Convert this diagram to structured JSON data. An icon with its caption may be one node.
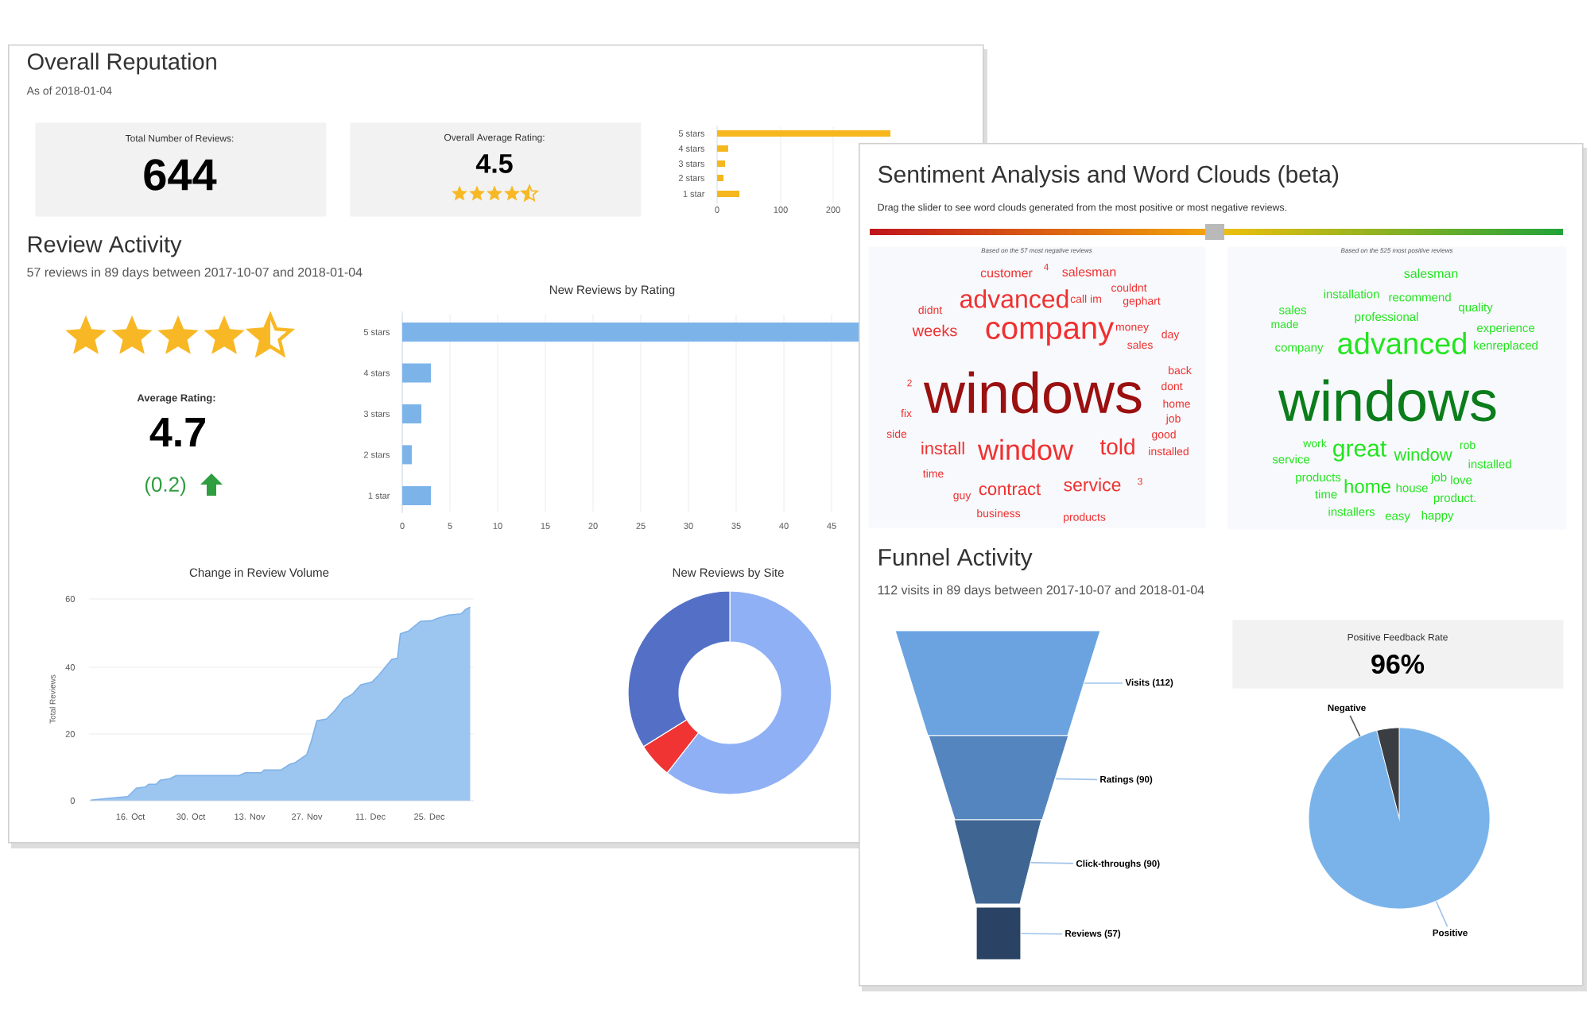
{
  "diagram": {
    "nodes": [
      {
        "text": [
          "Overall Reputation",
          "As of 2018-01-04",
          "Review Activity",
          "57 reviews in 89 days between 2017-10-07 and 2018-01-04"
        ]
      },
      {
        "text": [
          "Total Number of Reviews:",
          "644"
        ],
        "in": 0
      },
      {
        "text": [
          "Overall Average Rating:",
          "4.5"
        ],
        "in": 0
      },
      {
        "text": [
          "Sentiment Analysis and Word Clouds (beta)",
          "Drag the slider to see word clouds generated from the most positive or most negative reviews.",
          "Funnel Activity",
          "112 visits in 89 days between 2017-10-07 and 2018-01-04"
        ]
      },
      {
        "text": [
          "Based on the 57 most negative reviews",
          "customer",
          "4",
          "salesman",
          "couldnt",
          "advanced",
          "call im",
          "gephart",
          "didnt",
          "weeks",
          "company",
          "money",
          "day",
          "sales",
          "back",
          "2",
          "windows",
          "dont",
          "fix",
          "home",
          "job",
          "side",
          "good",
          "install",
          "window",
          "told",
          "installed",
          "time",
          "contract",
          "service",
          "3",
          "guy",
          "business",
          "products"
        ],
        "in": 3
      },
      {
        "text": [
          "Based on the 525 most positive reviews",
          "salesman",
          "installation",
          "recommend",
          "sales",
          "quality",
          "professional",
          "made",
          "experience",
          "company",
          "advanced",
          "kenreplaced",
          "windows",
          "work",
          "rob",
          "service",
          "great",
          "window",
          "installed",
          "products",
          "job",
          "love",
          "time",
          "home",
          "house",
          "product.",
          "installers",
          "easy",
          "happy"
        ],
        "in": 3
      },
      {
        "text": [
          "Positive Feedback Rate",
          "96%"
        ],
        "in": 3
      },
      {
        "text": [],
        "shape": "bar",
        "in": 3
      },
      {
        "text": [],
        "shape": "bar",
        "in": 3
      },
      {
        "text": [],
        "shape": "bar",
        "in": 3
      },
      {
        "text": [],
        "shape": "bar",
        "in": 3
      },
      {
        "text": [
          "Visits (112)"
        ],
        "in": 3
      },
      {
        "text": [
          "Ratings (90)"
        ],
        "in": 3
      },
      {
        "text": [
          "Click-throughs (90)"
        ],
        "in": 3
      },
      {
        "text": [
          "Reviews (57)"
        ],
        "in": 3
      },
      {
        "text": [],
        "shape": "circle",
        "in": 3
      },
      {
        "text": [
          "Negative"
        ],
        "in": 3
      },
      {
        "text": [
          "Positive"
        ],
        "in": 3
      }
    ],
    "edges": [
      {
        "from": 11,
        "to": 7,
        "arrow": "none"
      },
      {
        "from": 12,
        "to": 8,
        "arrow": "none"
      },
      {
        "from": 13,
        "to": 9,
        "arrow": "none"
      },
      {
        "from": 14,
        "to": 10,
        "arrow": "none"
      },
      {
        "from": 16,
        "to": 15,
        "arrow": "none",
        "color": "#555555"
      },
      {
        "from": 17,
        "to": 15,
        "arrow": "none"
      }
    ],
    "labels": [
      "5 stars",
      "4 stars",
      "3 stars",
      "2 stars",
      "1 star",
      "0",
      "100",
      "200",
      "Average Rating:",
      "4.7",
      "(0.2)",
      "Change in Review Volume",
      "New Reviews by Site",
      "60",
      "40",
      "20",
      "0",
      "Total Reviews",
      "16. Oct",
      "30. Oct",
      "13. Nov",
      "27. Nov",
      "11. Dec",
      "25. Dec"
    ],
    "chart_data": {
      "type": "bar",
      "orientation": "horizontal",
      "title": "New Reviews by Rating",
      "categories": [
        "5 stars",
        "4 stars",
        "3 stars",
        "2 stars",
        "1 star"
      ],
      "values": [
        48,
        3,
        2,
        1,
        3
      ],
      "xlim": [
        0,
        48
      ],
      "grid": true,
      "xticks": [
        0,
        5,
        10,
        15,
        20,
        25,
        30,
        35,
        40,
        45
      ]
    }
  }
}
